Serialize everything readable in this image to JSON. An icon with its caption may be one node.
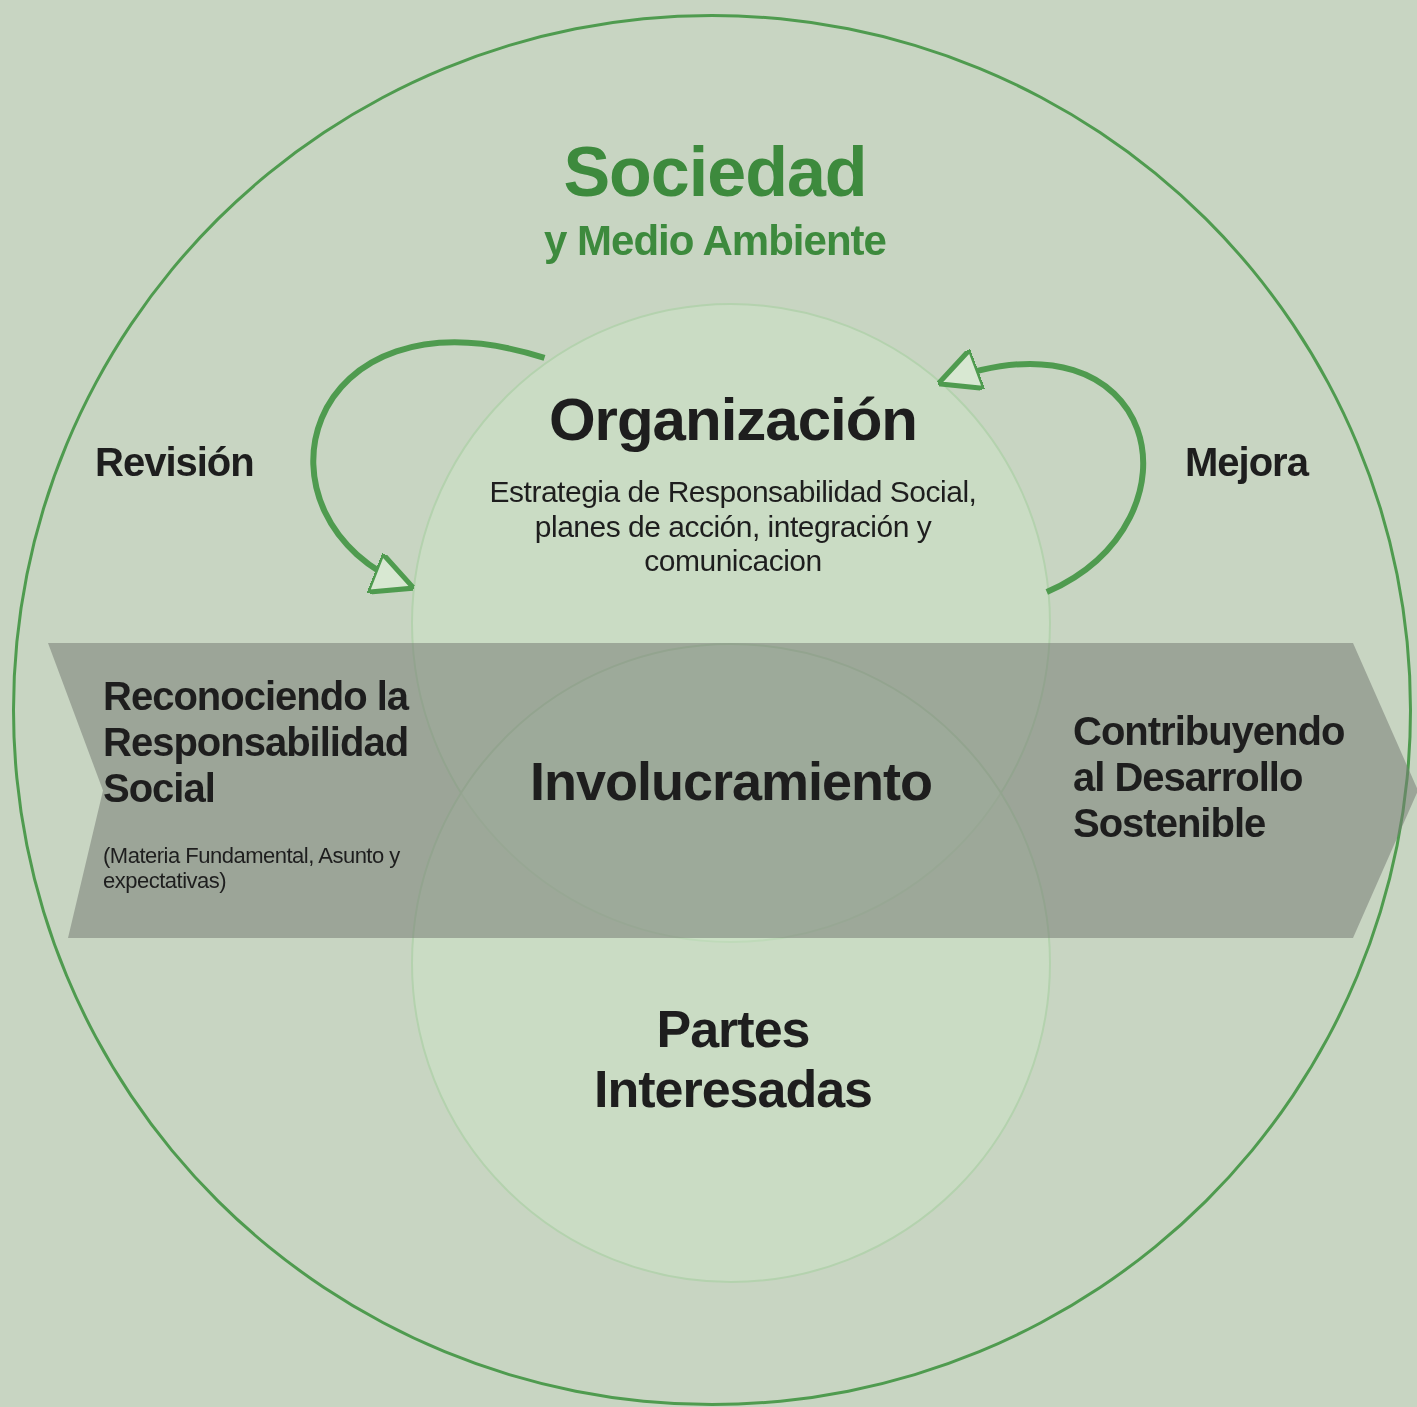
{
  "diagram": {
    "nodes": [
      {
        "text": [
          "Sociedad",
          "y Medio Ambiente"
        ]
      },
      {
        "text": [
          "Organización",
          "Estrategia de Responsabilidad Social, planes de acción, integración y comunicacion"
        ],
        "in": 0
      },
      {
        "text": [
          "Partes Interesadas"
        ],
        "in": 0
      },
      {
        "text": [
          "Reconociendo la Responsabilidad Social",
          "(Materia Fundamental, Asunto y expectativas)",
          "Contribuyendo al Desarrollo Sostenible"
        ],
        "in": 0
      }
    ],
    "edges": [
      {
        "from": 1,
        "to": 1,
        "arrow": "to",
        "label": "Revisión"
      },
      {
        "from": 1,
        "to": 1,
        "arrow": "to",
        "label": "Mejora"
      }
    ],
    "labels": [
      "Involucramiento"
    ]
  }
}
